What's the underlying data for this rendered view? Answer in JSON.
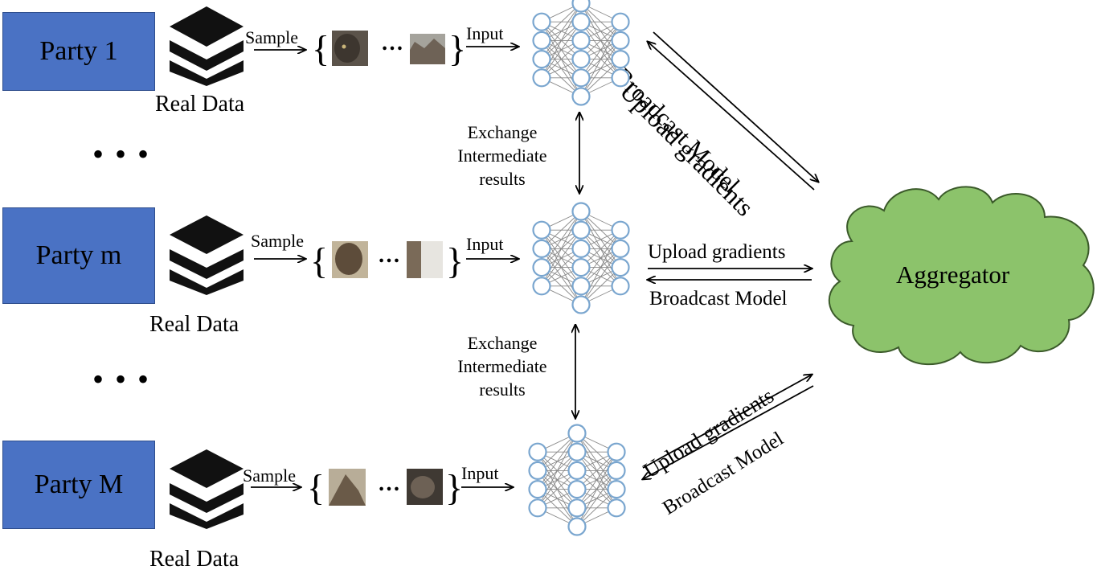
{
  "parties": [
    {
      "name": "Party 1",
      "data_label": "Real Data"
    },
    {
      "name": "Party m",
      "data_label": "Real Data"
    },
    {
      "name": "Party M",
      "data_label": "Real Data"
    }
  ],
  "labels": {
    "sample": "Sample",
    "input": "Input",
    "exchange": [
      "Exchange",
      "Intermediate",
      "results"
    ],
    "upload": "Upload gradients",
    "broadcast": "Broadcast Model",
    "ellipsis": "…",
    "dots": "•  •  •"
  },
  "aggregator": {
    "label": "Aggregator",
    "fill": "#8cc36b",
    "stroke": "#3b5a2a"
  },
  "colors": {
    "party_fill": "#4a72c4",
    "node_stroke": "#7aa6cf"
  },
  "icons": {
    "data": "layers-stack-icon",
    "network": "neural-network-icon",
    "image": "cat-photo-icon"
  }
}
